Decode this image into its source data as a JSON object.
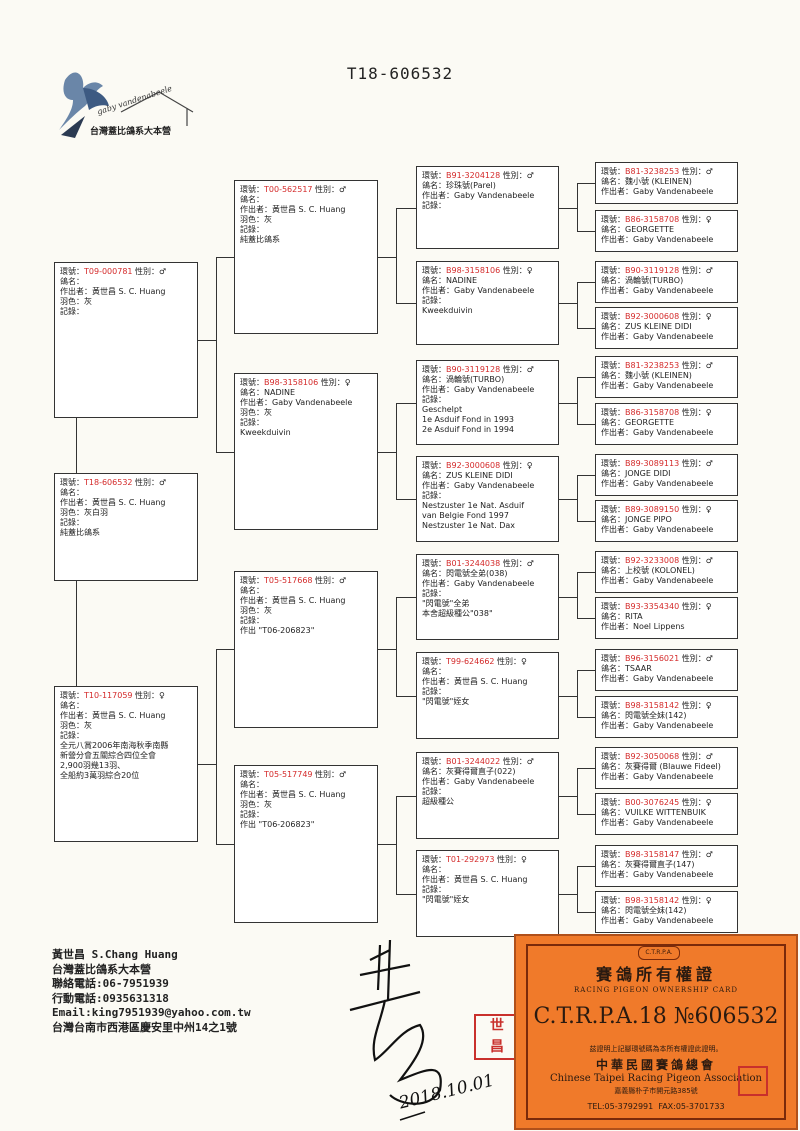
{
  "title": "T18-606532",
  "logo": {
    "script": "gaby vandenabeele",
    "cn": "台灣蓋比鴿系大本營",
    "icon": "pigeon-icon"
  },
  "labels": {
    "ring": "環號：",
    "sex": "性別：",
    "name": "鴿名：",
    "breeder": "作出者：",
    "color": "羽色：",
    "record": "記錄："
  },
  "self": {
    "ring": "T18-606532",
    "sex": "♂",
    "name": "",
    "breeder": "黃世昌 S. C. Huang",
    "color": "灰白羽",
    "record": "純蓋比鴿系"
  },
  "gen1": [
    {
      "ring": "T09-000781",
      "sex": "♂",
      "name": "",
      "breeder": "黃世昌 S. C. Huang",
      "color": "灰",
      "record": ""
    },
    {
      "ring": "T10-117059",
      "sex": "♀",
      "name": "",
      "breeder": "黃世昌 S. C. Huang",
      "color": "灰",
      "record": "全元八賞2006年南海秋季南縣\n新營分會五關綜合四位全會\n2,900羽幾13羽、\n全船約3萬羽綜合20位"
    }
  ],
  "gen2": [
    {
      "ring": "T00-562517",
      "sex": "♂",
      "name": "",
      "breeder": "黃世昌 S. C. Huang",
      "color": "灰",
      "record": "純蓋比鴿系"
    },
    {
      "ring": "B98-3158106",
      "sex": "♀",
      "name": "NADINE",
      "breeder": "Gaby Vandenabeele",
      "color": "灰",
      "record": "Kweekduivin"
    },
    {
      "ring": "T05-517668",
      "sex": "♂",
      "name": "",
      "breeder": "黃世昌 S. C. Huang",
      "color": "灰",
      "record": "作出 \"T06-206823\""
    },
    {
      "ring": "T05-517749",
      "sex": "♂",
      "name": "",
      "breeder": "黃世昌 S. C. Huang",
      "color": "灰",
      "record": "作出 \"T06-206823\""
    }
  ],
  "gen3": [
    {
      "ring": "B91-3204128",
      "sex": "♂",
      "name": "珍珠號(Parel)",
      "breeder": "Gaby Vandenabeele",
      "record": ""
    },
    {
      "ring": "B98-3158106",
      "sex": "♀",
      "name": "NADINE",
      "breeder": "Gaby Vandenabeele",
      "record": "Kweekduivin"
    },
    {
      "ring": "B90-3119128",
      "sex": "♂",
      "name": "渦輪號(TURBO)",
      "breeder": "Gaby Vandenabeele",
      "record": "Geschelpt\n1e Asduif Fond in 1993\n2e Asduif Fond in 1994"
    },
    {
      "ring": "B92-3000608",
      "sex": "♀",
      "name": "ZUS KLEINE DIDI",
      "breeder": "Gaby Vandenabeele",
      "record": "Nestzuster 1e Nat. Asduif\nvan Belgie Fond 1997\nNestzuster 1e Nat. Dax"
    },
    {
      "ring": "B01-3244038",
      "sex": "♂",
      "name": "閃電號全弟(038)",
      "breeder": "Gaby Vandenabeele",
      "record": "\"閃電號\"全弟\n本舍超級種公\"038\""
    },
    {
      "ring": "T99-624662",
      "sex": "♀",
      "name": "",
      "breeder": "黃世昌 S. C. Huang",
      "record": "\"閃電號\"姪女"
    },
    {
      "ring": "B01-3244022",
      "sex": "♂",
      "name": "灰賽得爾直子(022)",
      "breeder": "Gaby Vandenabeele",
      "record": "超級種公"
    },
    {
      "ring": "T01-292973",
      "sex": "♀",
      "name": "",
      "breeder": "黃世昌 S. C. Huang",
      "record": "\"閃電號\"姪女"
    }
  ],
  "gen4": [
    {
      "ring": "B81-3238253",
      "sex": "♂",
      "name": "魏小號 (KLEINEN)",
      "breeder": "Gaby Vandenabeele"
    },
    {
      "ring": "B86-3158708",
      "sex": "♀",
      "name": "GEORGETTE",
      "breeder": "Gaby Vandenabeele"
    },
    {
      "ring": "B90-3119128",
      "sex": "♂",
      "name": "渦輪號(TURBO)",
      "breeder": "Gaby Vandenabeele"
    },
    {
      "ring": "B92-3000608",
      "sex": "♀",
      "name": "ZUS KLEINE DIDI",
      "breeder": "Gaby Vandenabeele"
    },
    {
      "ring": "B81-3238253",
      "sex": "♂",
      "name": "魏小號 (KLEINEN)",
      "breeder": "Gaby Vandenabeele"
    },
    {
      "ring": "B86-3158708",
      "sex": "♀",
      "name": "GEORGETTE",
      "breeder": "Gaby Vandenabeele"
    },
    {
      "ring": "B89-3089113",
      "sex": "♂",
      "name": "JONGE DIDI",
      "breeder": "Gaby Vandenabeele"
    },
    {
      "ring": "B89-3089150",
      "sex": "♀",
      "name": "JONGE PIPO",
      "breeder": "Gaby Vandenabeele"
    },
    {
      "ring": "B92-3233008",
      "sex": "♂",
      "name": "上校號 (KOLONEL)",
      "breeder": "Gaby Vandenabeele"
    },
    {
      "ring": "B93-3354340",
      "sex": "♀",
      "name": "RITA",
      "breeder": "Noel Lippens"
    },
    {
      "ring": "B96-3156021",
      "sex": "♂",
      "name": "TSAAR",
      "breeder": "Gaby Vandenabeele"
    },
    {
      "ring": "B98-3158142",
      "sex": "♀",
      "name": "閃電號全妹(142)",
      "breeder": "Gaby Vandenabeele"
    },
    {
      "ring": "B92-3050068",
      "sex": "♂",
      "name": "灰賽得爾 (Blauwe Fideel)",
      "breeder": "Gaby Vandenabeele"
    },
    {
      "ring": "B00-3076245",
      "sex": "♀",
      "name": "VUILKE WITTENBUIK",
      "breeder": "Gaby Vandenabeele"
    },
    {
      "ring": "B98-3158147",
      "sex": "♂",
      "name": "灰賽得爾直子(147)",
      "breeder": "Gaby Vandenabeele"
    },
    {
      "ring": "B98-3158142",
      "sex": "♀",
      "name": "閃電號全妹(142)",
      "breeder": "Gaby Vandenabeele"
    }
  ],
  "footer": {
    "name": "黃世昌 S.Chang Huang",
    "loft": "台灣蓋比鴿系大本營",
    "phone": "聯絡電話:06-7951939",
    "mobile": "行動電話:0935631318",
    "email": "Email:king7951939@yahoo.com.tw",
    "address": "台灣台南市西港區慶安里中州14之1號"
  },
  "signature": {
    "date": "2018.10.01"
  },
  "stamp": {
    "text": "世昌"
  },
  "ownership_card": {
    "badge": "C.T.R.P.A.",
    "title_cn": "賽鴿所有權證",
    "title_en": "RACING PIGEON OWNERSHIP CARD",
    "number_prefix": "C.T.R.P.A.18 №",
    "number": "606532",
    "statement": "茲證明上記腳環號碼為本所有權證此證明。",
    "assoc_cn": "中華民國賽鴿總會",
    "assoc_en": "Chinese Taipei Racing Pigeon Association",
    "address": "嘉義縣朴子市開元路385號",
    "tel": "TEL:05-3792991",
    "fax": "FAX:05-3701733"
  },
  "colors": {
    "ring": "#d42a2a",
    "card_bg": "#f07a2a",
    "border": "#333333"
  }
}
